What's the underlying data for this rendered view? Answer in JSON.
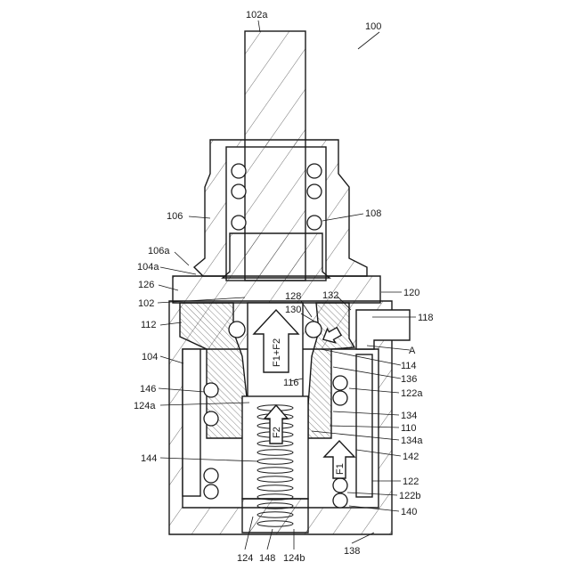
{
  "labels": {
    "l102a": "102a",
    "l100": "100",
    "l106": "106",
    "l108": "108",
    "l106a": "106a",
    "l104a": "104a",
    "l126": "126",
    "l102": "102",
    "l112": "112",
    "l128": "128",
    "l130": "130",
    "l132": "132",
    "l120": "120",
    "l118": "118",
    "lA": "A",
    "l104": "104",
    "l114": "114",
    "l136": "136",
    "l116": "116",
    "l146": "146",
    "l122a": "122a",
    "l124a": "124a",
    "l134": "134",
    "l110": "110",
    "l134a": "134a",
    "l144": "144",
    "l142": "142",
    "l122": "122",
    "l122b": "122b",
    "l140": "140",
    "l124": "124",
    "l148": "148",
    "l124b": "124b",
    "l138": "138"
  },
  "forces": {
    "f1f2": "F1+F2",
    "f2": "F2",
    "f1": "F1"
  }
}
